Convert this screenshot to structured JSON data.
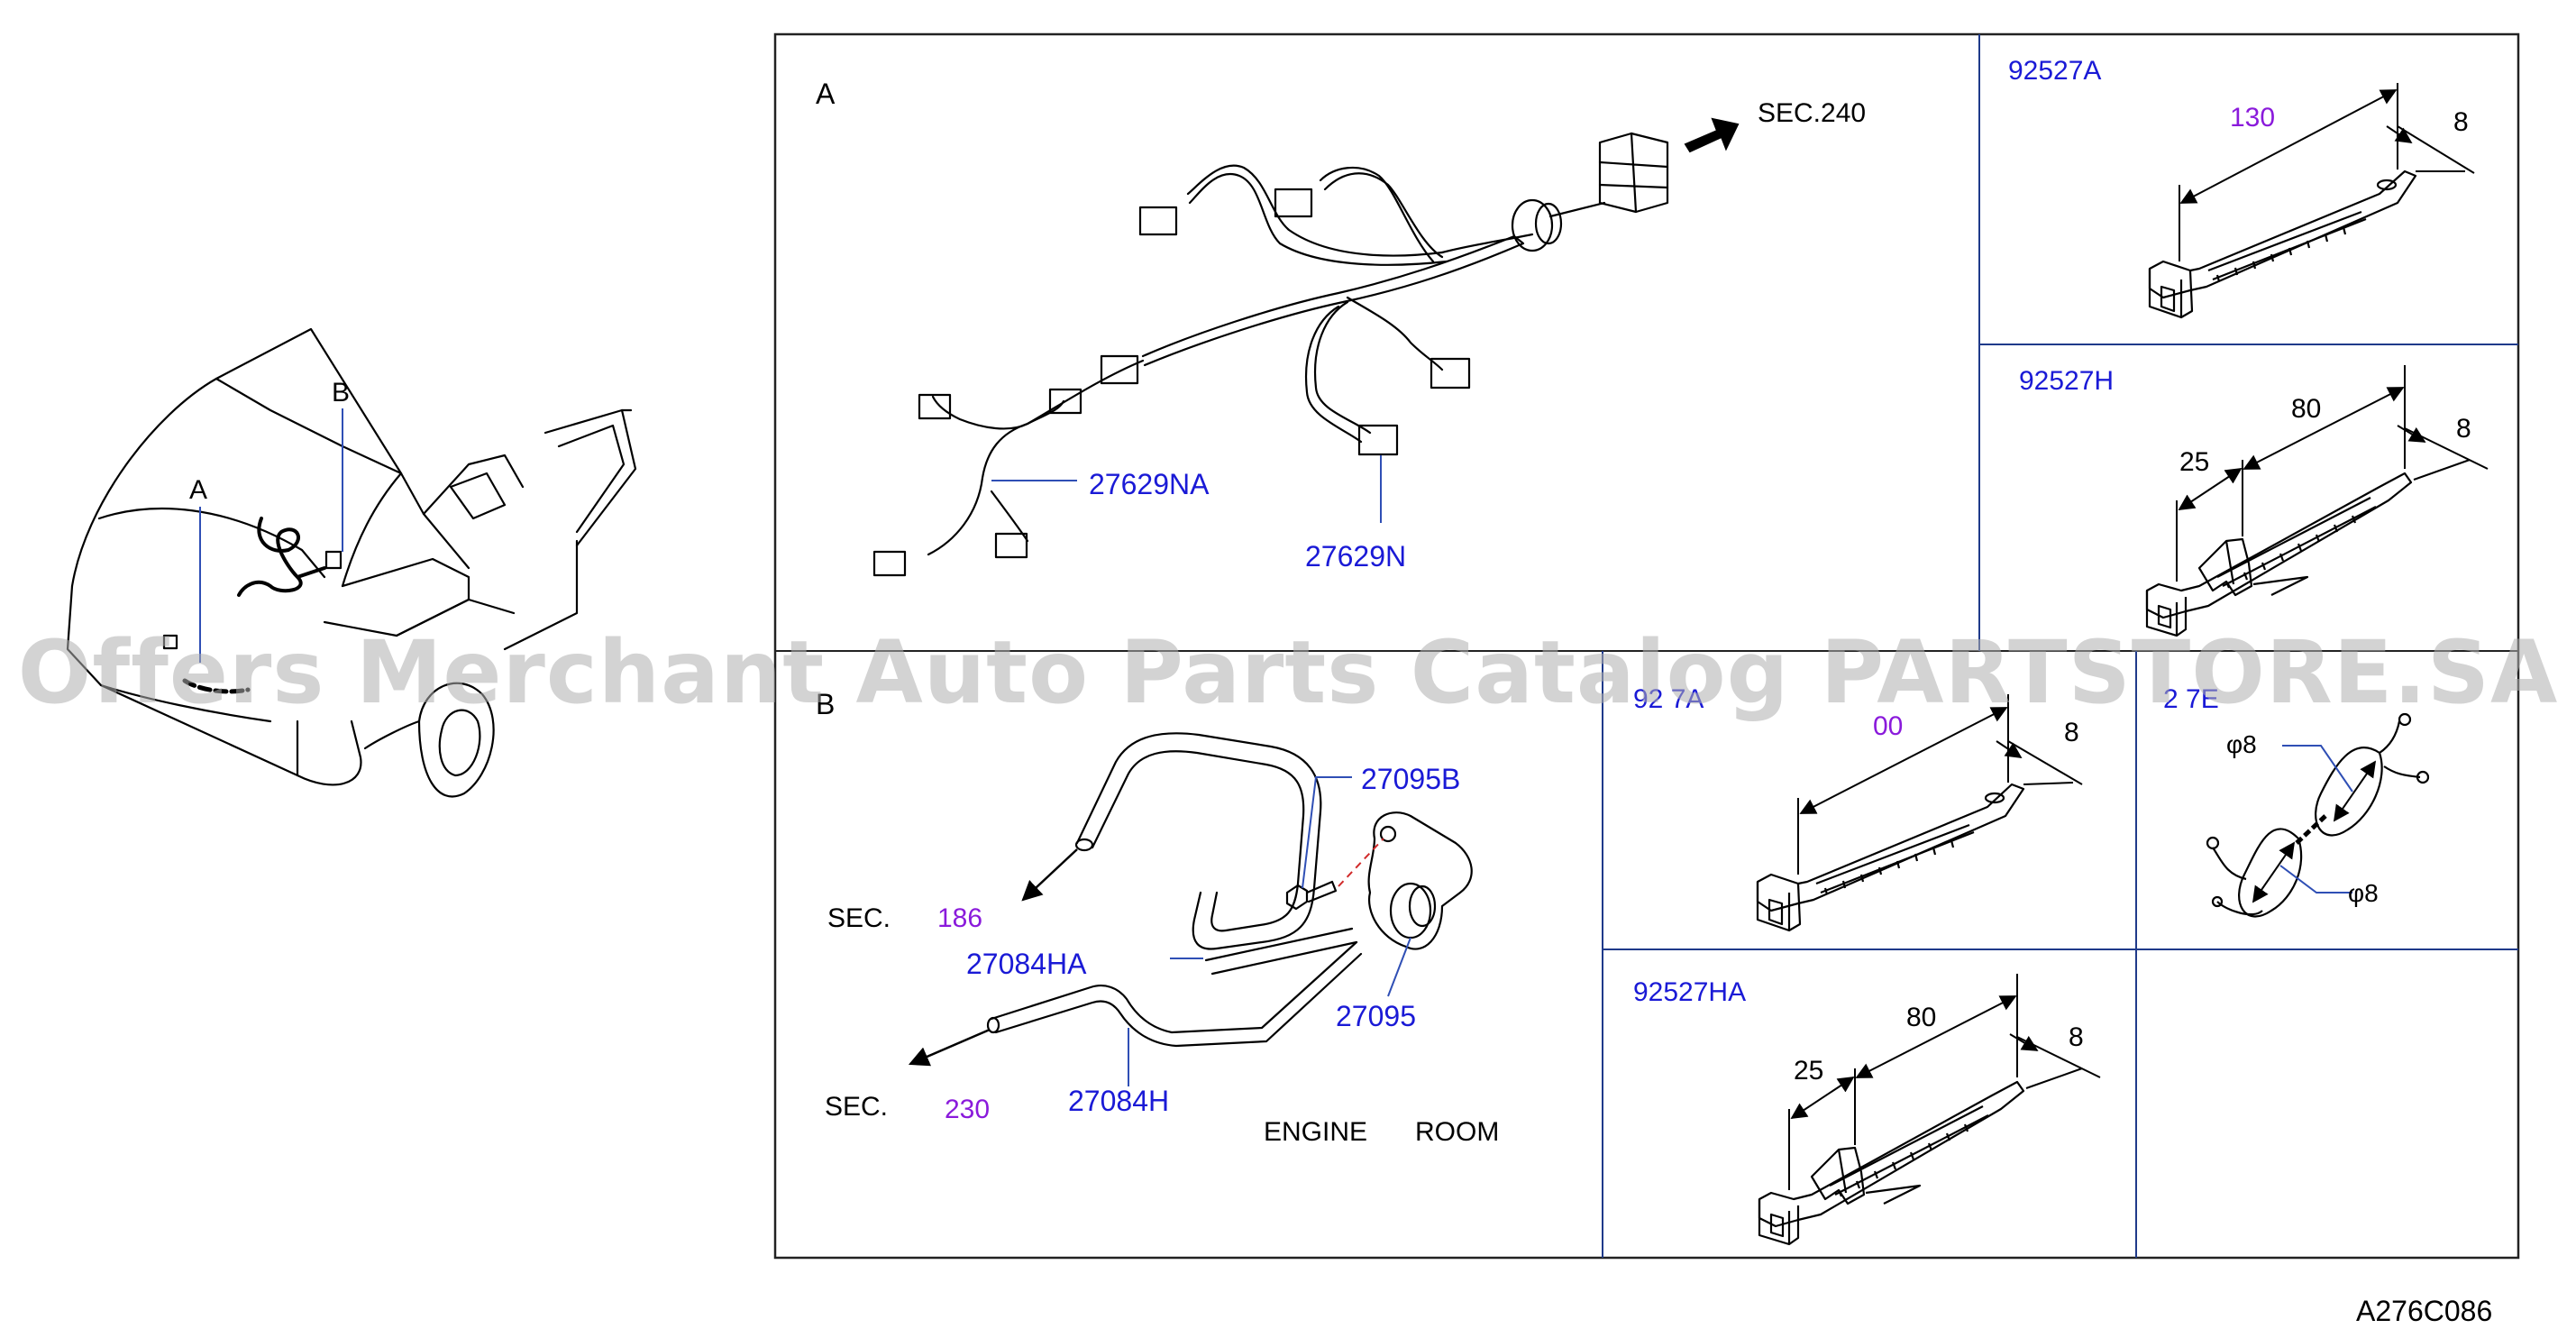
{
  "colors": {
    "part_number": "#1a1ad6",
    "dimension_highlight": "#8a1adb",
    "line": "#000000",
    "divider": "#1f3a8a"
  },
  "overview": {
    "label_a": "A",
    "label_b": "B"
  },
  "panel_a": {
    "label": "A",
    "sec_ref": "SEC.240",
    "parts": {
      "p1": "27629NA",
      "p2": "27629N"
    }
  },
  "panel_b": {
    "label": "B",
    "sec_ref_1_prefix": "SEC.",
    "sec_ref_1_num": "186",
    "sec_ref_2_prefix": "SEC.",
    "sec_ref_2_num": "230",
    "parts": {
      "p1": "27095B",
      "p2": "27084HA",
      "p3": "27095",
      "p4": "27084H"
    },
    "location_1": "ENGINE",
    "location_2": "ROOM"
  },
  "clip_92527a": {
    "part": "92527A",
    "length": "130",
    "width": "8"
  },
  "clip_92527h": {
    "part": "92527H",
    "dim_offset": "25",
    "length": "80",
    "width": "8"
  },
  "clip_92527a_lower": {
    "part_visible": "92 7A",
    "length_visible": "00",
    "width": "8"
  },
  "clip_grommet": {
    "part_visible": "2 7E",
    "dim_1": "φ8",
    "dim_2": "φ8"
  },
  "clip_92527ha": {
    "part": "92527HA",
    "dim_offset": "25",
    "length": "80",
    "width": "8"
  },
  "figure_code": "A276C086",
  "watermark": "Offers Merchant Auto Parts Catalog PARTSTORE.SA"
}
